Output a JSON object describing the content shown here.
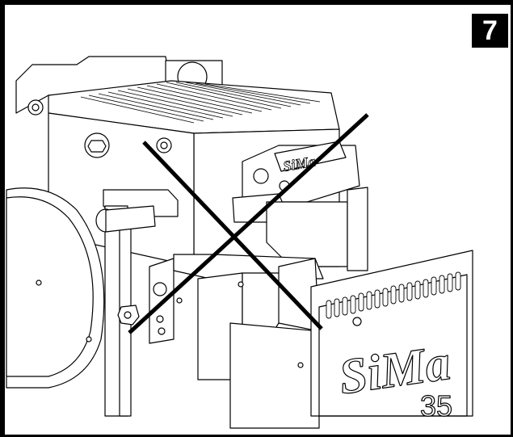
{
  "step": {
    "number": "7"
  },
  "illustration": {
    "nameplate_brand": "SiMa",
    "nameplate_model": "35",
    "small_plate_brand": "SiMa",
    "crossed_out": true
  },
  "colors": {
    "line": "#000000",
    "badge_bg": "#000000",
    "badge_text": "#ffffff"
  }
}
